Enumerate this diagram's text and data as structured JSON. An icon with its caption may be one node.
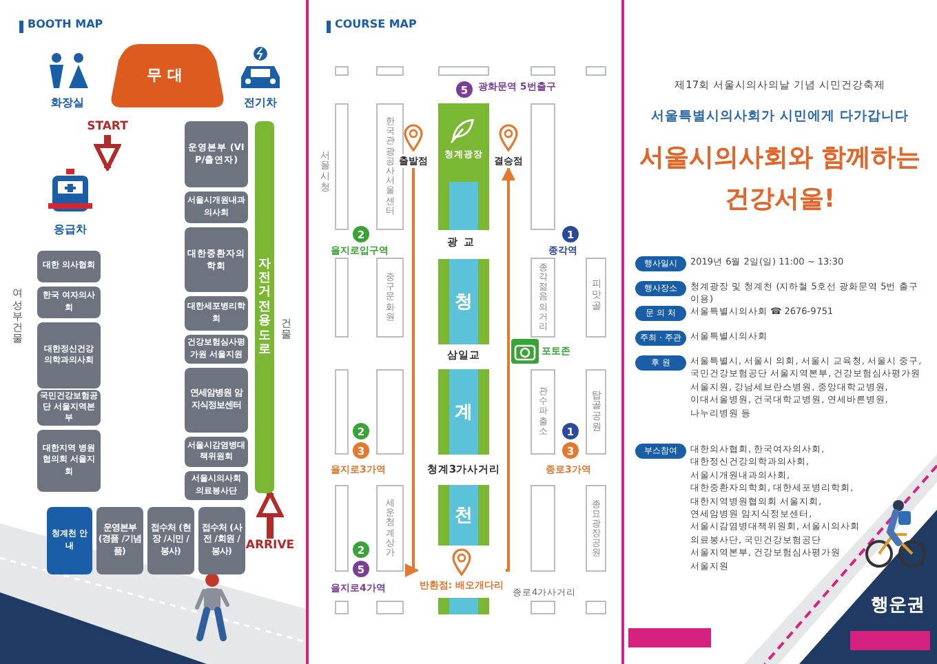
{
  "diagram": {
    "title": "서울시의사회와 함께하는 건강서울!",
    "nodes": [
      {
        "text": [
          "무대"
        ]
      },
      {
        "text": [
          "화장실"
        ]
      },
      {
        "text": [
          "전기차"
        ]
      },
      {
        "text": [
          "응급차"
        ]
      },
      {
        "text": [
          "운영본부 (VIP/출연자)"
        ]
      },
      {
        "text": [
          "서울시개원내과의사회"
        ]
      },
      {
        "text": [
          "대한중환자의학회"
        ]
      },
      {
        "text": [
          "대한세포병리학회"
        ]
      },
      {
        "text": [
          "건강보험심사평가원 서울지원"
        ]
      },
      {
        "text": [
          "연세암병원 암지식정보센터"
        ]
      },
      {
        "text": [
          "서울시감염병대책위원회"
        ]
      },
      {
        "text": [
          "서울시의사회 의료봉사단"
        ]
      },
      {
        "text": [
          "자전거 전용 도로"
        ]
      },
      {
        "text": [
          "대한 의사협회"
        ]
      },
      {
        "text": [
          "한국 여자의사회"
        ]
      },
      {
        "text": [
          "대한정신건강 의학과의사회"
        ]
      },
      {
        "text": [
          "국민건강보험공단 서울지역본부"
        ]
      },
      {
        "text": [
          "대한지역 병원협의회 서울지회"
        ]
      },
      {
        "text": [
          "청계천 안내"
        ]
      },
      {
        "text": [
          "운영본부 (경품 /기념품)"
        ]
      },
      {
        "text": [
          "접수처 (현장 /시민 /봉사)"
        ]
      },
      {
        "text": [
          "접수처 (사전 /회원 /봉사)"
        ]
      },
      {
        "text": [
          "5"
        ],
        "beside": [
          "광화문역 5번출구"
        ]
      },
      {
        "text": [
          "한국관광공사서울센터"
        ]
      },
      {
        "text": [
          "청계광장"
        ]
      },
      {
        "text": [
          "출발점"
        ]
      },
      {
        "text": [
          "결승점"
        ]
      },
      {
        "text": [
          "2"
        ],
        "beside": [
          "을지로입구역"
        ]
      },
      {
        "text": [
          "1"
        ],
        "beside": [
          "종각역"
        ]
      },
      {
        "text": [
          "중구문화원"
        ]
      },
      {
        "text": [
          "청"
        ]
      },
      {
        "text": [
          "종각젊음의거리"
        ]
      },
      {
        "text": [
          "포토존"
        ]
      },
      {
        "text": [],
        "shape": "box"
      },
      {
        "text": [
          "계"
        ]
      },
      {
        "text": [
          "관수파출소"
        ]
      },
      {
        "text": [
          "2"
        ]
      },
      {
        "text": [
          "3"
        ],
        "beside": [
          "을지로3가역"
        ]
      },
      {
        "text": [
          "1"
        ]
      },
      {
        "text": [
          "3"
        ],
        "beside": [
          "종로3가역"
        ]
      },
      {
        "text": [
          "세운청계상가"
        ]
      },
      {
        "text": [
          "천"
        ]
      },
      {
        "text": [],
        "shape": "box"
      },
      {
        "text": [
          "2"
        ]
      },
      {
        "text": [
          "5"
        ],
        "beside": [
          "을지로4가역"
        ]
      },
      {
        "text": [
          "반환점: 배오개다리"
        ]
      },
      {
        "text": [
          "행사일시"
        ],
        "beside": [
          "2019년 6월 2일(일) 11:00 ~ 13:30"
        ]
      },
      {
        "text": [
          "행사장소"
        ],
        "beside": [
          "청계광장 및 청계천 (지하철 5호선 광화문역 5번 출구 이용)"
        ]
      },
      {
        "text": [
          "문 의 처"
        ],
        "beside": [
          "서울특별시의사회 ☎ 2676-9751"
        ]
      },
      {
        "text": [
          "주최 · 주관"
        ],
        "beside": [
          "서울특별시의사회"
        ]
      },
      {
        "text": [
          "후 원"
        ],
        "beside": [
          "서울특별시, 서울시 의회, 서울시 교육청, 서울시 중구, 국민건강보험공단 서울지역본부, 건강보험심사평가원 서울지원, 강남세브란스병원, 중앙대학교병원, 이대서울병원, 건국대학교병원, 연세바른병원, 나누리병원 등"
        ]
      },
      {
        "text": [
          "부스참여"
        ],
        "beside": [
          "대한의사협회, 한국여자의사회, 대한정신건강의학과의사회, 서울시개원내과의사회, 대한중환자의학회, 대한세포병리학회, 대한지역병원협의회 서울지회, 연세암병원 암지식정보센터, 서울시감염병대책위원회, 서울시의사회 의료봉사단, 국민건강보험공단 서울지역본부, 건강보험심사평가원 서울지원"
        ]
      },
      {
        "text": [
          "START"
        ]
      },
      {
        "text": [
          "ARRIVE"
        ]
      },
      {
        "text": [],
        "shape": "box"
      }
    ],
    "edges": [
      {
        "from": 25,
        "to": 45,
        "arrow": "to"
      },
      {
        "from": 45,
        "to": 26,
        "arrow": "to"
      },
      {
        "from": 52,
        "to": 3,
        "arrow": "to",
        "style": "thick",
        "color": "#b22a2a"
      },
      {
        "from": 53,
        "to": 12,
        "arrow": "to",
        "style": "thick",
        "color": "#b22a2a"
      }
    ],
    "labels": [
      "BOOTH MAP",
      "여성부 건물",
      "건물",
      "COURSE MAP",
      "서울시청",
      "광교",
      "피맛골",
      "삼일교",
      "탑골공원",
      "청계3가사거리",
      "종묘광장공원",
      "종로4가사거리",
      "제17회 서울시의사의날 기념 시민건강축제",
      "서울특별시의사회가 시민에게 다가갑니다",
      "행운권"
    ]
  }
}
